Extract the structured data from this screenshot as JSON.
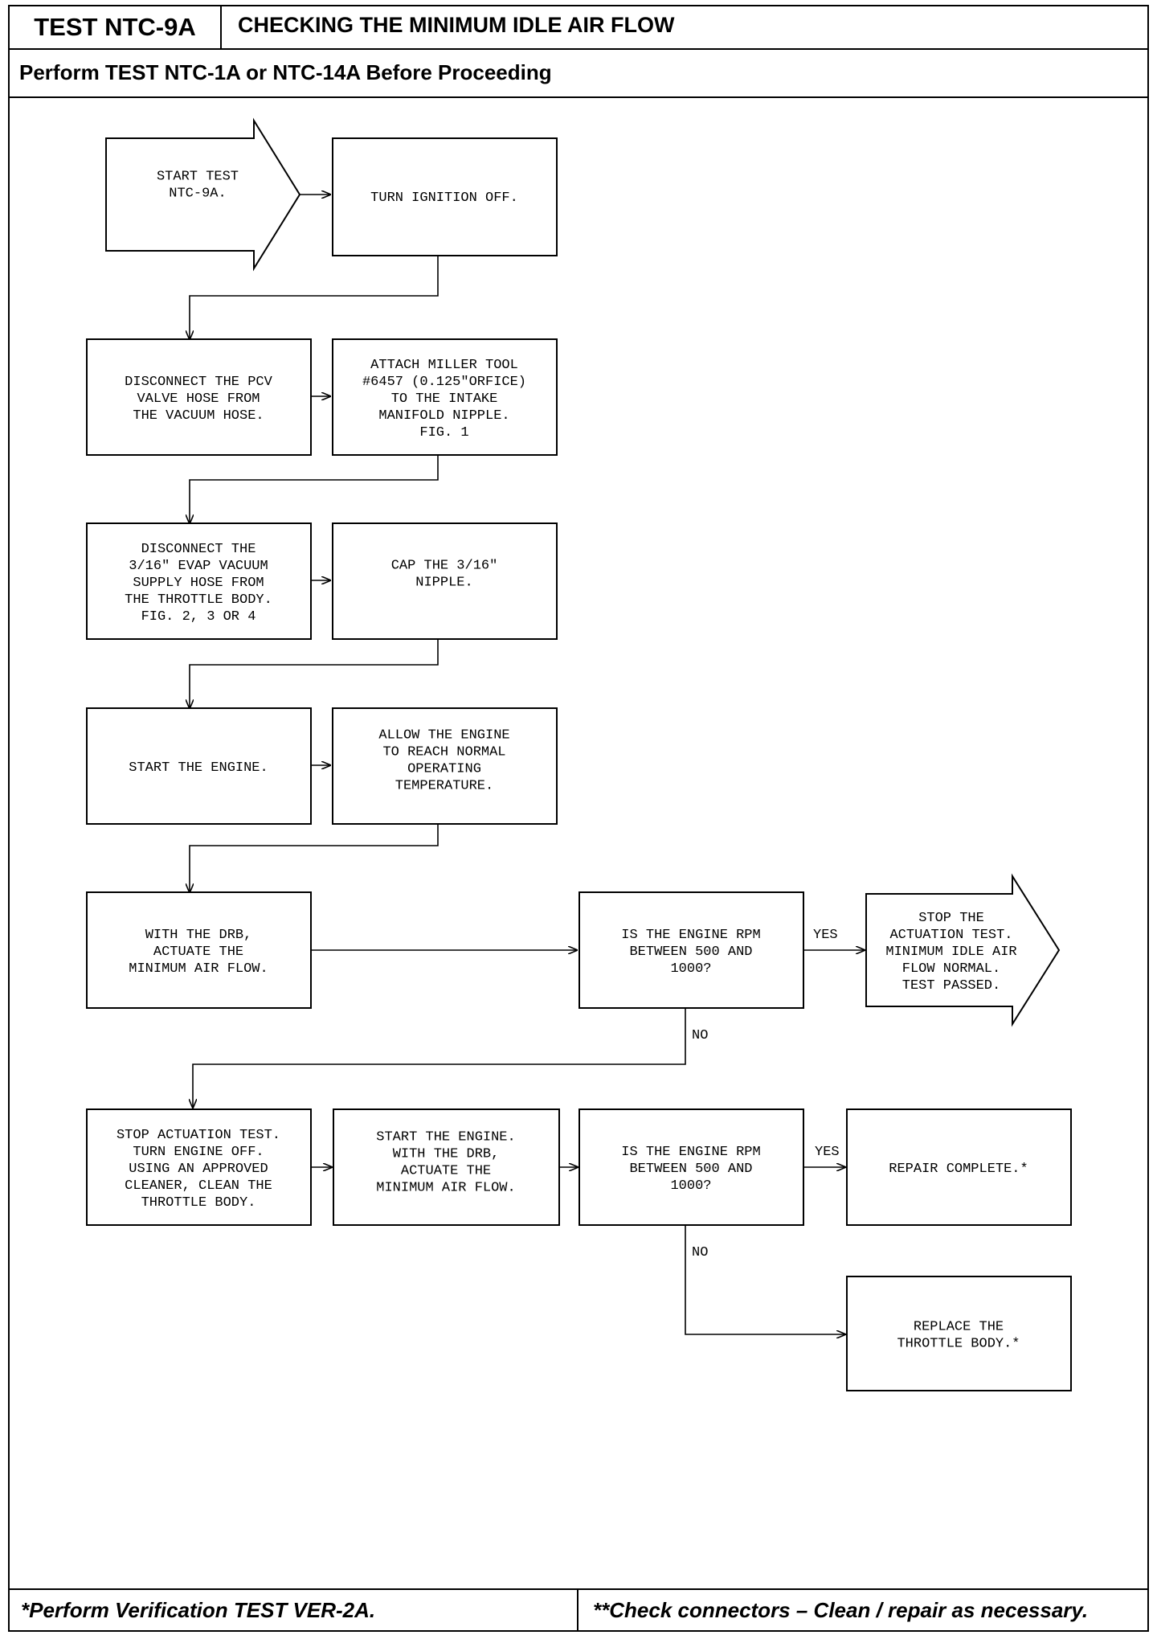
{
  "header": {
    "test_id": "TEST NTC-9A",
    "title": "CHECKING THE MINIMUM IDLE AIR FLOW",
    "prerequisite": "Perform TEST NTC-1A or NTC-14A Before Proceeding"
  },
  "nodes": {
    "start": [
      "START TEST",
      "NTC-9A."
    ],
    "ignition_off": [
      "TURN IGNITION OFF."
    ],
    "disconnect_pcv": [
      "DISCONNECT THE PCV",
      "VALVE HOSE FROM",
      "THE VACUUM HOSE."
    ],
    "attach_miller": [
      "ATTACH MILLER TOOL",
      "#6457 (0.125\"ORFICE)",
      "TO THE INTAKE",
      "MANIFOLD NIPPLE.",
      "FIG. 1"
    ],
    "disconnect_evap": [
      "DISCONNECT THE",
      "3/16\" EVAP VACUUM",
      "SUPPLY HOSE FROM",
      "THE THROTTLE BODY.",
      "FIG. 2, 3 OR 4"
    ],
    "cap_nipple": [
      "CAP THE 3/16\"",
      "NIPPLE."
    ],
    "start_engine": [
      "START THE ENGINE."
    ],
    "allow_temp": [
      "ALLOW THE ENGINE",
      "TO REACH NORMAL",
      "OPERATING",
      "TEMPERATURE."
    ],
    "actuate_drb": [
      "WITH THE DRB,",
      "ACTUATE THE",
      "MINIMUM AIR FLOW."
    ],
    "rpm_check_1": [
      "IS THE ENGINE RPM",
      "BETWEEN 500 AND",
      "1000?"
    ],
    "stop_pass": [
      "STOP THE",
      "ACTUATION TEST.",
      "MINIMUM IDLE AIR",
      "FLOW NORMAL.",
      "TEST PASSED."
    ],
    "clean_throttle": [
      "STOP ACTUATION TEST.",
      "TURN ENGINE OFF.",
      "USING AN APPROVED",
      "CLEANER, CLEAN THE",
      "THROTTLE BODY."
    ],
    "restart_actuate": [
      "START THE ENGINE.",
      "WITH THE DRB,",
      "ACTUATE THE",
      "MINIMUM AIR FLOW."
    ],
    "rpm_check_2": [
      "IS THE ENGINE RPM",
      "BETWEEN 500 AND",
      "1000?"
    ],
    "repair_complete": [
      "REPAIR COMPLETE.*"
    ],
    "replace_throttle": [
      "REPLACE THE",
      "THROTTLE BODY.*"
    ]
  },
  "edge_labels": {
    "yes_1": "YES",
    "no_1": "NO",
    "yes_2": "YES",
    "no_2": "NO"
  },
  "footer": {
    "left": "*Perform Verification TEST VER-2A.",
    "right": "**Check connectors – Clean / repair as necessary."
  }
}
